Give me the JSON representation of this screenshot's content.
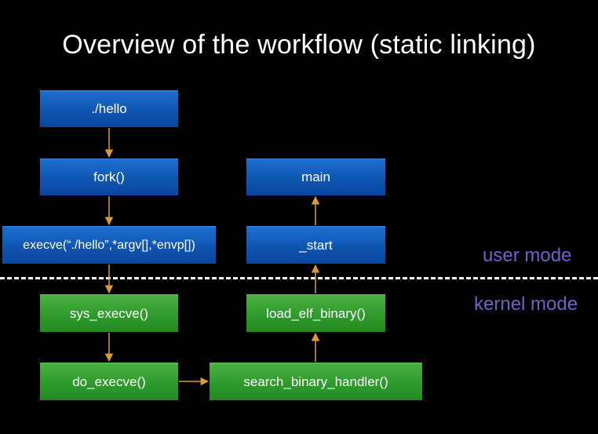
{
  "title": "Overview of the workflow (static linking)",
  "user_space": {
    "hello": "./hello",
    "fork": "fork()",
    "execve": "execve(“./hello”,*argv[],*envp[])",
    "main": "main",
    "start": "_start"
  },
  "kernel_space": {
    "sys_execve": "sys_execve()",
    "do_execve": "do_execve()",
    "search_binary_handler": "search_binary_handler()",
    "load_elf_binary": "load_elf_binary()"
  },
  "modes": {
    "user": "user mode",
    "kernel": "kernel mode"
  },
  "colors": {
    "user_box": "#0f55b0",
    "kernel_box": "#2f9a2c",
    "arrow": "#d99a3a",
    "mode_label": "#6e62c9",
    "background": "#000000"
  }
}
